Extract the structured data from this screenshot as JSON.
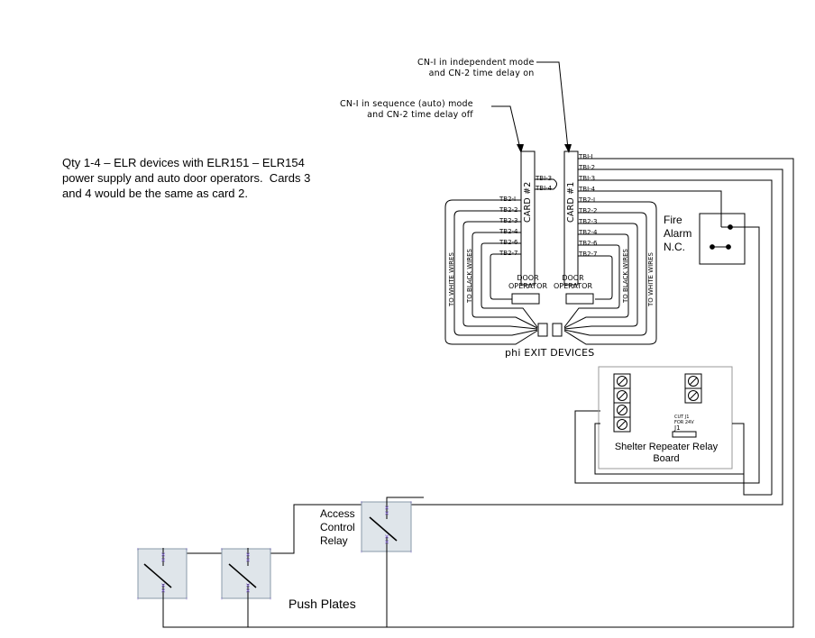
{
  "notes": {
    "description": "Qty 1-4 – ELR devices with ELR151 – ELR154\npower supply and auto door operators.  Cards 3\nand 4 would be the same as card 2.",
    "cn1_independent": "CN-I in independent mode\nand CN-2 time delay on",
    "cn1_sequence": "CN-I in sequence (auto) mode\nand CN-2 time delay off"
  },
  "cards": {
    "card2": "CARD #2",
    "card1": "CARD #1"
  },
  "terminals": {
    "card2_tb1": [
      "TBI-3",
      "TBI-4"
    ],
    "card2_tb2": [
      "TB2-I",
      "TB2-2",
      "TB2-3",
      "TB2-4",
      "TB2-6",
      "TB2-7"
    ],
    "card1": [
      "TBI-I",
      "TBI-2",
      "TBI-3",
      "TBI-4",
      "TB2-I",
      "TB2-2",
      "TB2-3",
      "TB2-4",
      "TB2-6",
      "TB2-7"
    ]
  },
  "labels": {
    "door_operator": "DOOR\nOPERATOR",
    "to_white_wires": "TO WHITE WIRES",
    "to_black_wires": "TO BLACK WIRES",
    "exit_devices": "phi EXIT DEVICES",
    "fire_alarm": "Fire\nAlarm\nN.C.",
    "relay_board": "Shelter Repeater Relay\nBoard",
    "relay_j1": "J1",
    "relay_cut": "CUT J1\nFOR 24V",
    "access_control": "Access\nControl\nRelay",
    "push_plates": "Push Plates"
  },
  "colors": {
    "line": "#000000",
    "device_fill": "#dfe5ea",
    "device_border": "#8a9aaa",
    "device_markers": "#8060d0"
  },
  "icons": [
    "screw-terminal-icon",
    "switch-contact-icon"
  ]
}
